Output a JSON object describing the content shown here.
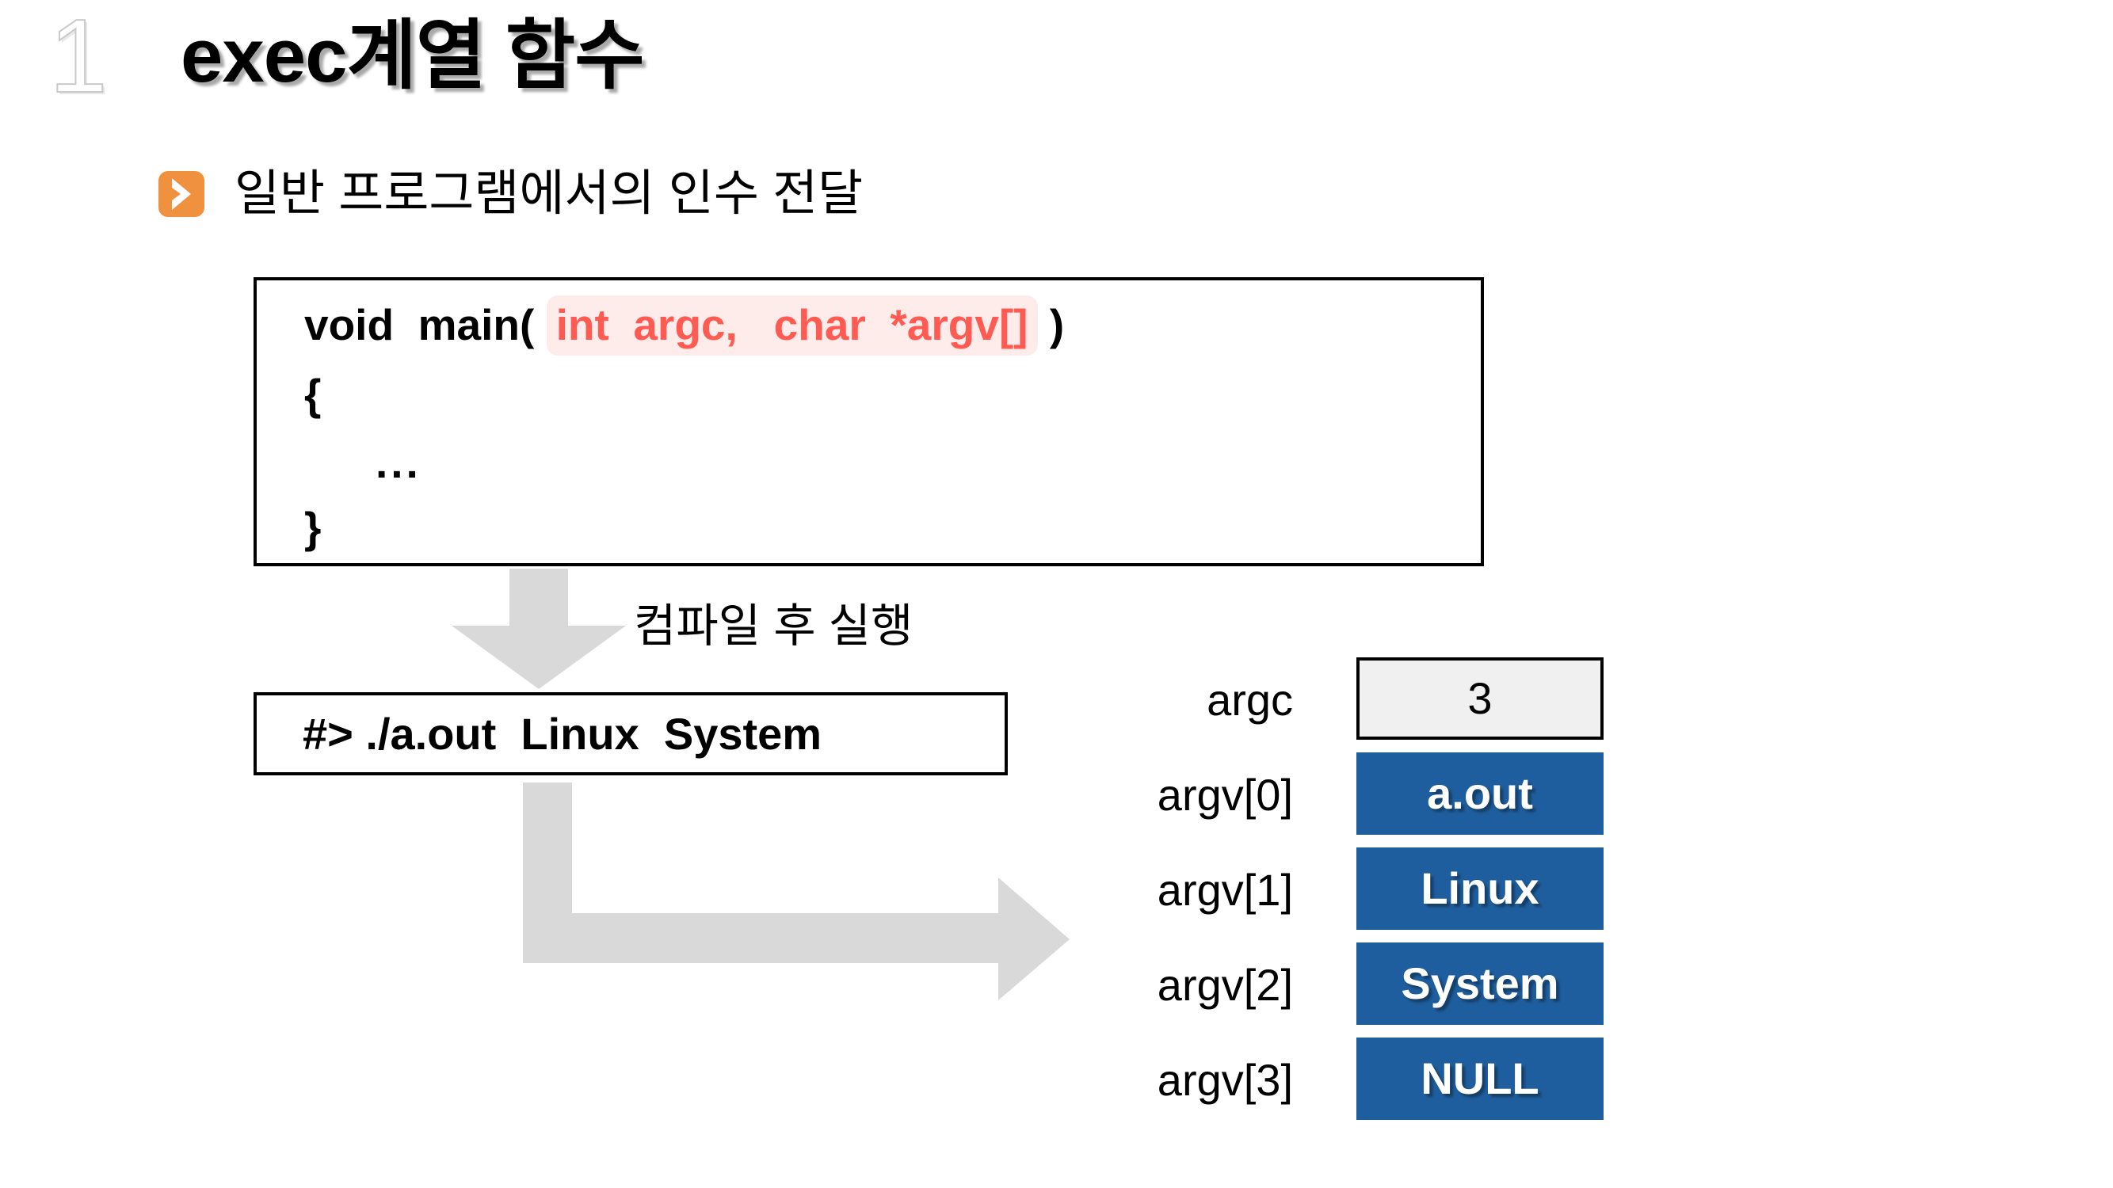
{
  "slide": {
    "number": "1",
    "title": "exec계열 함수",
    "background_color": "#ffffff"
  },
  "bullet": {
    "icon": "chevron-right-icon",
    "marker_color": "#F0913F",
    "text": "일반 프로그램에서의 인수 전달"
  },
  "code_box": {
    "signature_prefix": "void  main( ",
    "signature_highlight": "int  argc,   char  *argv[]",
    "signature_suffix": " )",
    "open_brace": "{",
    "ellipsis": "...",
    "close_brace": "}",
    "highlight_text_color": "#FF5B52",
    "highlight_bg_color": "#FDECEA"
  },
  "flow": {
    "down_arrow_icon": "arrow-down-icon",
    "compile_caption": "컴파일 후 실행",
    "elbow_arrow_icon": "arrow-elbow-right-icon",
    "arrow_color": "#D9D9D9"
  },
  "command_box": {
    "text": "#> ./a.out  Linux  System"
  },
  "arg_table": {
    "scalar_bg_color": "#F0F0F0",
    "pointer_bg_color": "#1F5E9E",
    "rows": [
      {
        "label": "argc",
        "value": "3",
        "kind": "scalar"
      },
      {
        "label": "argv[0]",
        "value": "a.out",
        "kind": "pointer"
      },
      {
        "label": "argv[1]",
        "value": "Linux",
        "kind": "pointer"
      },
      {
        "label": "argv[2]",
        "value": "System",
        "kind": "pointer"
      },
      {
        "label": "argv[3]",
        "value": "NULL",
        "kind": "pointer"
      }
    ]
  }
}
